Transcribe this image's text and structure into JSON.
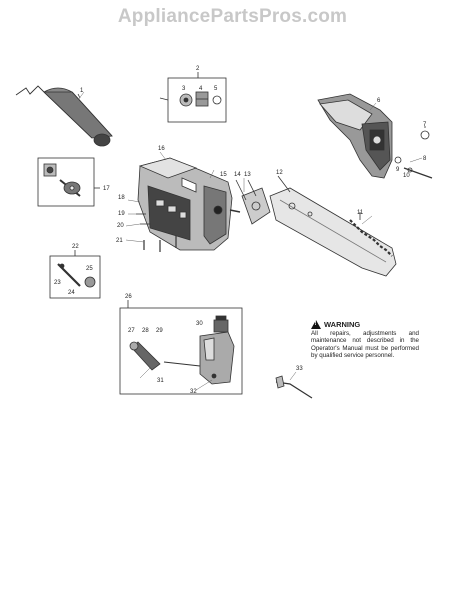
{
  "watermark": "AppliancePartsPros.com",
  "warning": {
    "title": "WARNING",
    "text": "All repairs, adjustments and maintenance not described in the Operator's Manual must be performed by qualified service personnel."
  },
  "callouts": [
    "1",
    "2",
    "3",
    "4",
    "5",
    "6",
    "7",
    "8",
    "9",
    "10",
    "11",
    "12",
    "13",
    "14",
    "15",
    "16",
    "17",
    "18",
    "19",
    "20",
    "21",
    "22",
    "23",
    "24",
    "25",
    "26",
    "27",
    "28",
    "29",
    "30",
    "31",
    "32",
    "33"
  ]
}
